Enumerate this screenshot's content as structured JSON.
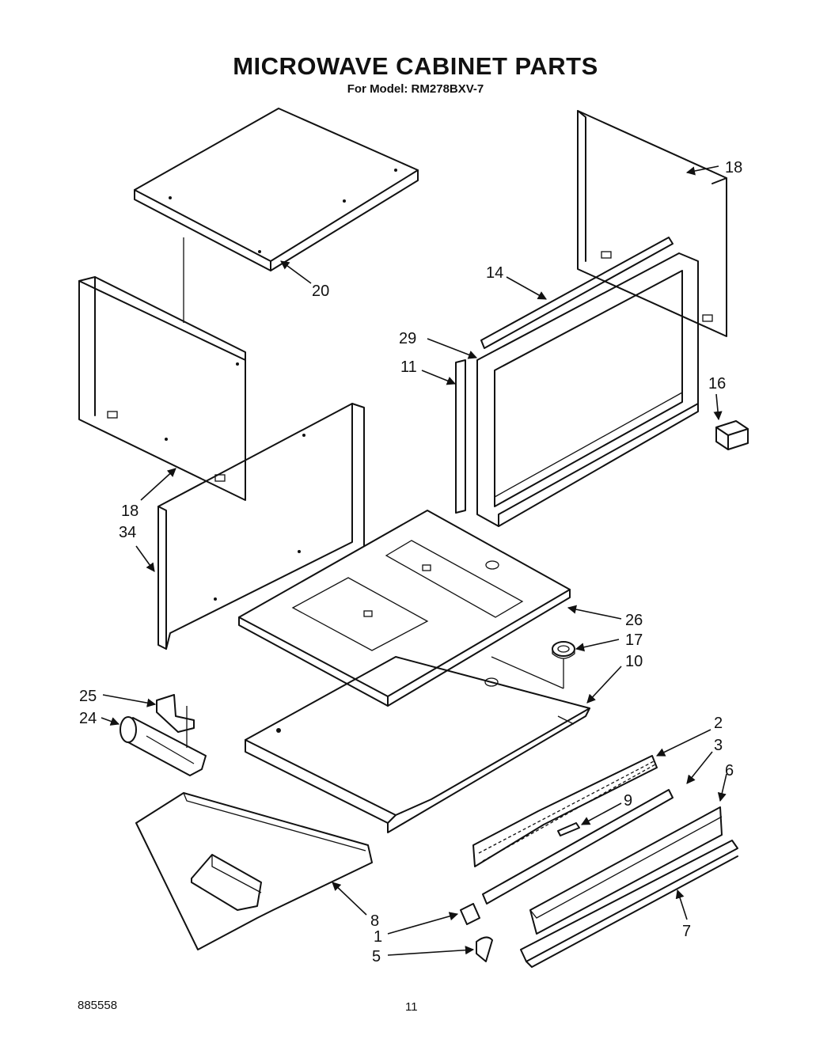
{
  "header": {
    "title": "MICROWAVE CABINET PARTS",
    "subtitle": "For Model: RM278BXV-7"
  },
  "footer": {
    "doc_number": "885558",
    "page_number": "11"
  },
  "callouts": {
    "c18_top": "18",
    "c20": "20",
    "c14": "14",
    "c29": "29",
    "c11": "11",
    "c16": "16",
    "c18_left": "18",
    "c34": "34",
    "c26": "26",
    "c17": "17",
    "c10": "10",
    "c25": "25",
    "c24": "24",
    "c2": "2",
    "c3": "3",
    "c6": "6",
    "c9": "9",
    "c8": "8",
    "c1": "1",
    "c5": "5",
    "c7": "7"
  }
}
